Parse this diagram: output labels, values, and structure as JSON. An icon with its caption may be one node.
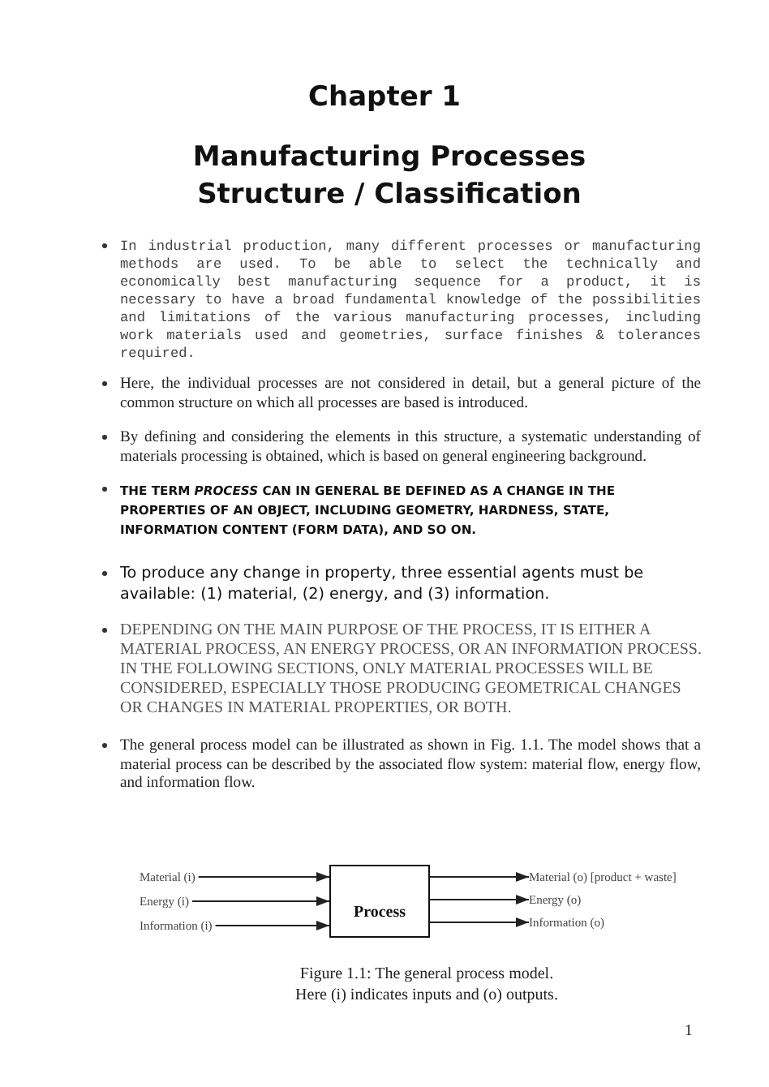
{
  "diagram": {
    "title": "Chapter 1",
    "nodes": [
      {
        "text": [
          "Material (i)"
        ]
      },
      {
        "text": [
          "Energy (i)"
        ]
      },
      {
        "text": [
          "Information (i)"
        ]
      },
      {
        "text": [
          "Process"
        ]
      },
      {
        "text": [
          "Material (o) [product + waste]"
        ]
      },
      {
        "text": [
          "Energy (o)"
        ]
      },
      {
        "text": [
          "Information (o)"
        ]
      }
    ],
    "edges": [
      {
        "from": 0,
        "to": 3,
        "arrow": "to"
      },
      {
        "from": 1,
        "to": 3,
        "arrow": "to"
      },
      {
        "from": 2,
        "to": 3,
        "arrow": "to"
      },
      {
        "from": 3,
        "to": 4,
        "arrow": "to"
      },
      {
        "from": 3,
        "to": 5,
        "arrow": "to"
      },
      {
        "from": 3,
        "to": 6,
        "arrow": "to"
      }
    ],
    "labels": [
      "Manufacturing Processes Structure / Classification",
      "In industrial production, many different processes or manufacturing methods are used. To be able to select the technically and economically best manufacturing sequence for a product, it is necessary to have a broad fundamental knowledge of the possibilities and limitations of the various manufacturing processes, including work materials used and geometries, surface finishes & tolerances required.",
      "Here, the individual processes are not considered in detail, but a general picture of the common structure on which all processes are based is introduced.",
      "By defining and considering the elements in this structure, a systematic understanding of materials processing is obtained, which is based on general engineering background.",
      "THE TERM *PROCESS* CAN IN GENERAL BE DEFINED AS A CHANGE IN THE PROPERTIES OF AN OBJECT, INCLUDING GEOMETRY, HARDNESS, STATE, INFORMATION CONTENT (FORM DATA), AND SO ON.",
      "To produce any change in property, three essential agents must be available: (1) material, (2) energy, and (3) information.",
      "DEPENDING ON THE MAIN PURPOSE OF THE PROCESS, IT IS EITHER A MATERIAL PROCESS, AN ENERGY PROCESS, OR AN INFORMATION PROCESS. IN THE FOLLOWING SECTIONS, ONLY MATERIAL PROCESSES WILL BE CONSIDERED, ESPECIALLY THOSE PRODUCING GEOMETRICAL CHANGES OR CHANGES IN MATERIAL PROPERTIES, OR BOTH.",
      "The general process model can be illustrated as shown in Fig. 1.1. The model shows that a material process can be described by the associated flow system: material flow, energy flow, and information flow.",
      "1"
    ],
    "caption": "Figure 1.1: The general process model. Here (i) indicates inputs and (o) outputs."
  }
}
